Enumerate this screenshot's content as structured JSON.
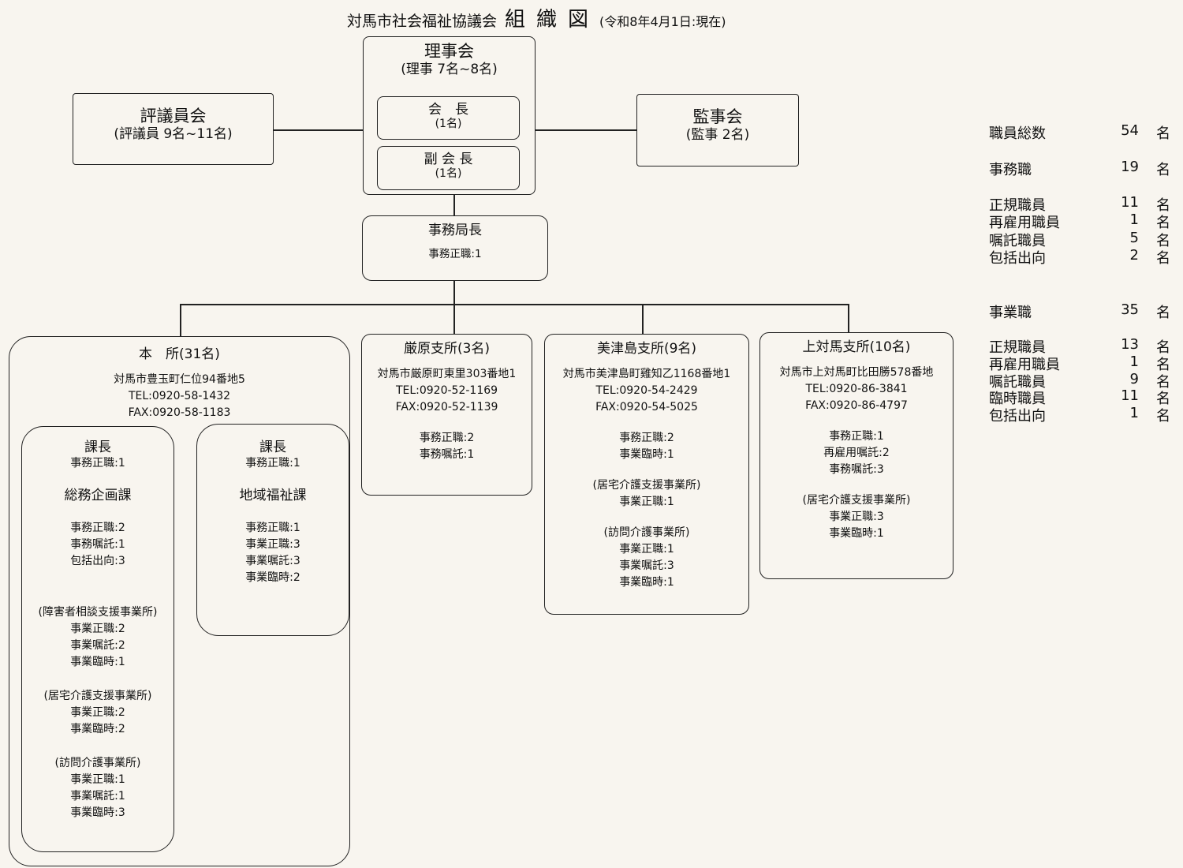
{
  "title": {
    "org": "対馬市社会福祉協議会",
    "main": "組織図",
    "date": "(令和8年4月1日:現在)"
  },
  "board": {
    "name": "理事会",
    "count": "(理事 7名~8名)",
    "chair": {
      "name": "会　長",
      "count": "(1名)"
    },
    "vice": {
      "name": "副 会 長",
      "count": "(1名)"
    }
  },
  "councilors": {
    "name": "評議員会",
    "count": "(評議員 9名~11名)"
  },
  "auditors": {
    "name": "監事会",
    "count": "(監事 2名)"
  },
  "secretary_general": {
    "name": "事務局長",
    "staff": "事務正職:1"
  },
  "head_office": {
    "name": "本　所(31名)",
    "address": "対馬市豊玉町仁位94番地5",
    "tel": "TEL:0920-58-1432",
    "fax": "FAX:0920-58-1183",
    "sections": [
      {
        "chief": "課長",
        "chief_staff": "事務正職:1",
        "name": "総務企画課",
        "staff": [
          "事務正職:2",
          "事務嘱託:1",
          "包括出向:3"
        ],
        "offices": [
          {
            "name": "(障害者相談支援事業所)",
            "staff": [
              "事業正職:2",
              "事業嘱託:2",
              "事業臨時:1"
            ]
          },
          {
            "name": "(居宅介護支援事業所)",
            "staff": [
              "事業正職:2",
              "事業臨時:2"
            ]
          },
          {
            "name": "(訪問介護事業所)",
            "staff": [
              "事業正職:1",
              "事業嘱託:1",
              "事業臨時:3"
            ]
          }
        ]
      },
      {
        "chief": "課長",
        "chief_staff": "事務正職:1",
        "name": "地域福祉課",
        "staff": [
          "事務正職:1",
          "事業正職:3",
          "事業嘱託:3",
          "事業臨時:2"
        ]
      }
    ]
  },
  "branches": [
    {
      "name": "厳原支所(3名)",
      "address": "対馬市厳原町東里303番地1",
      "tel": "TEL:0920-52-1169",
      "fax": "FAX:0920-52-1139",
      "staff": [
        "事務正職:2",
        "事務嘱託:1"
      ]
    },
    {
      "name": "美津島支所(9名)",
      "address": "対馬市美津島町雞知乙1168番地1",
      "tel": "TEL:0920-54-2429",
      "fax": "FAX:0920-54-5025",
      "staff": [
        "事務正職:2",
        "事業臨時:1"
      ],
      "offices": [
        {
          "name": "(居宅介護支援事業所)",
          "staff": [
            "事業正職:1"
          ]
        },
        {
          "name": "(訪問介護事業所)",
          "staff": [
            "事業正職:1",
            "事業嘱託:3",
            "事業臨時:1"
          ]
        }
      ]
    },
    {
      "name": "上対馬支所(10名)",
      "address": "対馬市上対馬町比田勝578番地",
      "tel": "TEL:0920-86-3841",
      "fax": "FAX:0920-86-4797",
      "staff": [
        "事務正職:1",
        "再雇用嘱託:2",
        "事務嘱託:3"
      ],
      "offices": [
        {
          "name": "(居宅介護支援事業所)",
          "staff": [
            "事業正職:3",
            "事業臨時:1"
          ]
        }
      ]
    }
  ],
  "summary": {
    "unit": "名",
    "total": {
      "label": "職員総数",
      "value": "54"
    },
    "office": {
      "label": "事務職",
      "value": "19",
      "rows": [
        {
          "label": "正規職員",
          "value": "11"
        },
        {
          "label": "再雇用職員",
          "value": "1"
        },
        {
          "label": "嘱託職員",
          "value": "5"
        },
        {
          "label": "包括出向",
          "value": "2"
        }
      ]
    },
    "business": {
      "label": "事業職",
      "value": "35",
      "rows": [
        {
          "label": "正規職員",
          "value": "13"
        },
        {
          "label": "再雇用職員",
          "value": "1"
        },
        {
          "label": "嘱託職員",
          "value": "9"
        },
        {
          "label": "臨時職員",
          "value": "11"
        },
        {
          "label": "包括出向",
          "value": "1"
        }
      ]
    }
  }
}
